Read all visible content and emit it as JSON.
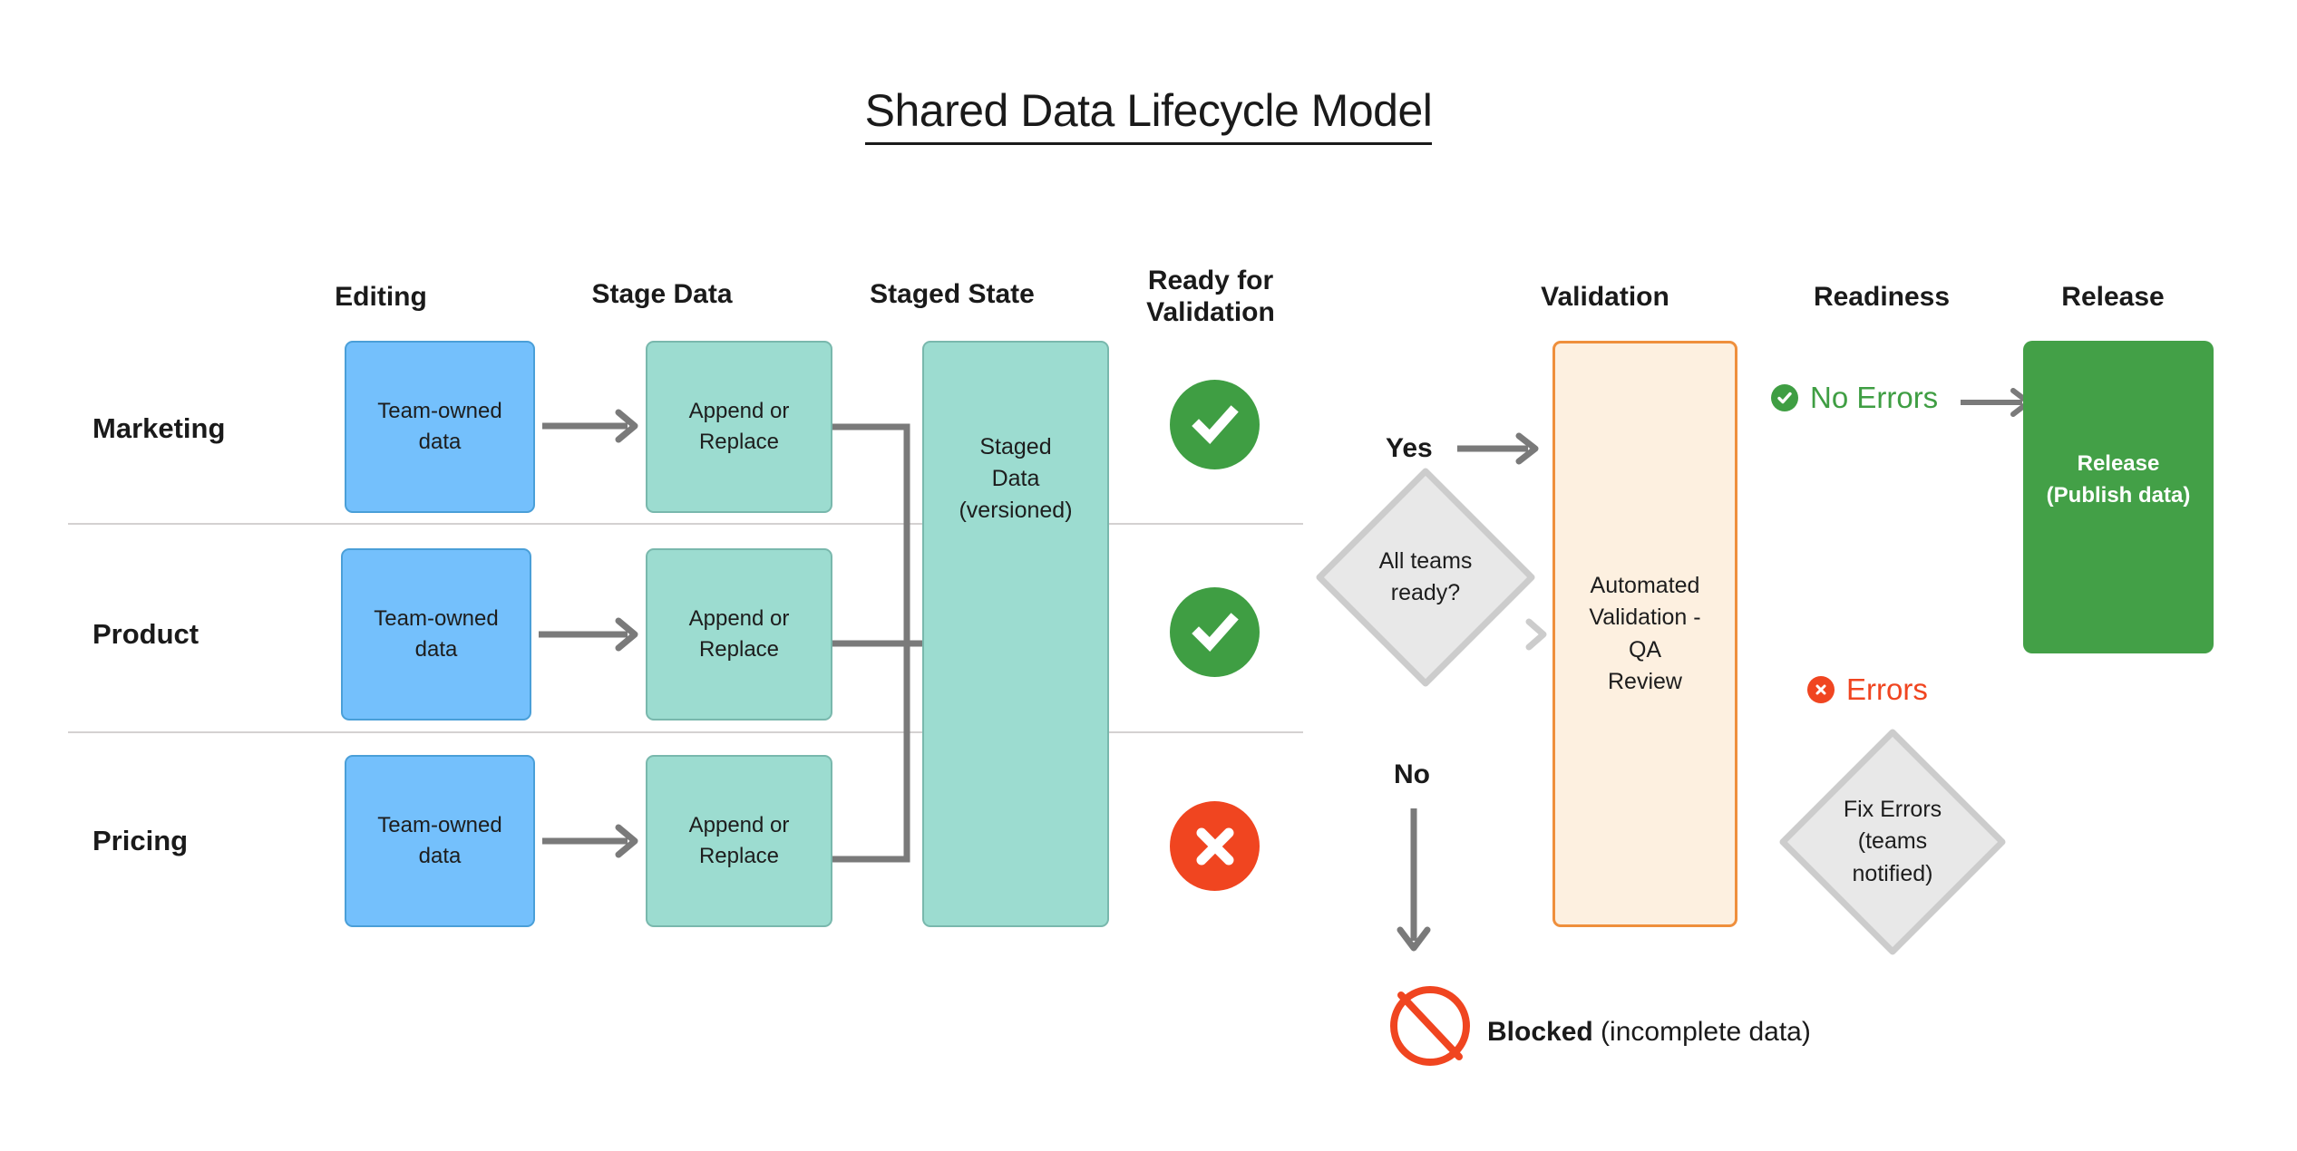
{
  "title": "Shared Data Lifecycle Model",
  "columns": [
    {
      "key": "editing",
      "label": "Editing"
    },
    {
      "key": "stage_data",
      "label": "Stage Data"
    },
    {
      "key": "staged_state",
      "label": "Staged State"
    },
    {
      "key": "ready",
      "label": "Ready for\nValidation",
      "line1": "Ready for",
      "line2": "Validation"
    },
    {
      "key": "validation",
      "label": "Validation"
    },
    {
      "key": "readiness",
      "label": "Readiness"
    },
    {
      "key": "release",
      "label": "Release"
    }
  ],
  "rows": [
    {
      "label": "Marketing",
      "editing": "Team-owned data",
      "editing_line1": "Team-owned",
      "editing_line2": "data",
      "stage": "Append or Replace",
      "stage_line1": "Append or",
      "stage_line2": "Replace",
      "ready_status": "check",
      "ready_status_label": "ready"
    },
    {
      "label": "Product",
      "editing": "Team-owned data",
      "editing_line1": "Team-owned",
      "editing_line2": "data",
      "stage": "Append or Replace",
      "stage_line1": "Append or",
      "stage_line2": "Replace",
      "ready_status": "check",
      "ready_status_label": "ready"
    },
    {
      "label": "Pricing",
      "editing": "Team-owned data",
      "editing_line1": "Team-owned",
      "editing_line2": "data",
      "stage": "Append or Replace",
      "stage_line1": "Append or",
      "stage_line2": "Replace",
      "ready_status": "cross",
      "ready_status_label": "not-ready"
    }
  ],
  "staged_state": {
    "line1": "Staged",
    "line2": "Data",
    "line3": "(versioned)"
  },
  "decision": {
    "line1": "All teams",
    "line2": "ready?",
    "yes_label": "Yes",
    "no_label": "No"
  },
  "validation": {
    "line1": "Automated",
    "line2": "Validation - QA",
    "line3": "Review"
  },
  "readiness": {
    "no_errors": "No Errors",
    "errors": "Errors",
    "fix_line1": "Fix Errors",
    "fix_line2": "(teams",
    "fix_line3": "notified)"
  },
  "release": {
    "line1": "Release",
    "line2": "(Publish data)"
  },
  "blocked": {
    "bold": "Blocked",
    "rest": " (incomplete data)"
  },
  "colors": {
    "blue_fill": "#74c0fc",
    "blue_stroke": "#4a9fd8",
    "teal_fill": "#9cdcd0",
    "teal_stroke": "#79b8ad",
    "orange_stroke": "#ef8f3c",
    "orange_fill": "#fdf0e0",
    "green": "#43a047",
    "green_status": "#3f9e43",
    "red_status": "#f04520",
    "gray_line": "#7a7a7a",
    "diamond_fill": "#e8e8e8",
    "diamond_stroke": "#cccccc",
    "divider": "#d4d1d1"
  },
  "icons": {
    "check": "check-circle-icon",
    "cross": "cross-circle-icon",
    "blocked": "prohibition-icon",
    "arrow": "arrow-right-icon"
  }
}
